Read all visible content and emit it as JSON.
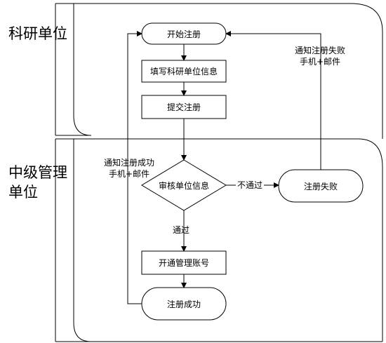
{
  "lanes": [
    {
      "id": "research",
      "label_lines": [
        "科研单位"
      ]
    },
    {
      "id": "mid",
      "label_lines": [
        "中级管理",
        "单位"
      ]
    }
  ],
  "nodes": {
    "start": "开始注册",
    "fill": "填写科研单位信息",
    "submit": "提交注册",
    "review": "审核单位信息",
    "fail": "注册失败",
    "open": "开通管理账号",
    "success": "注册成功"
  },
  "edge_labels": {
    "reject": "不通过",
    "pass": "通过",
    "notify_success": [
      "通知注册成功",
      "手机+邮件"
    ],
    "notify_fail": [
      "通知注册失败",
      "手机+邮件"
    ]
  }
}
